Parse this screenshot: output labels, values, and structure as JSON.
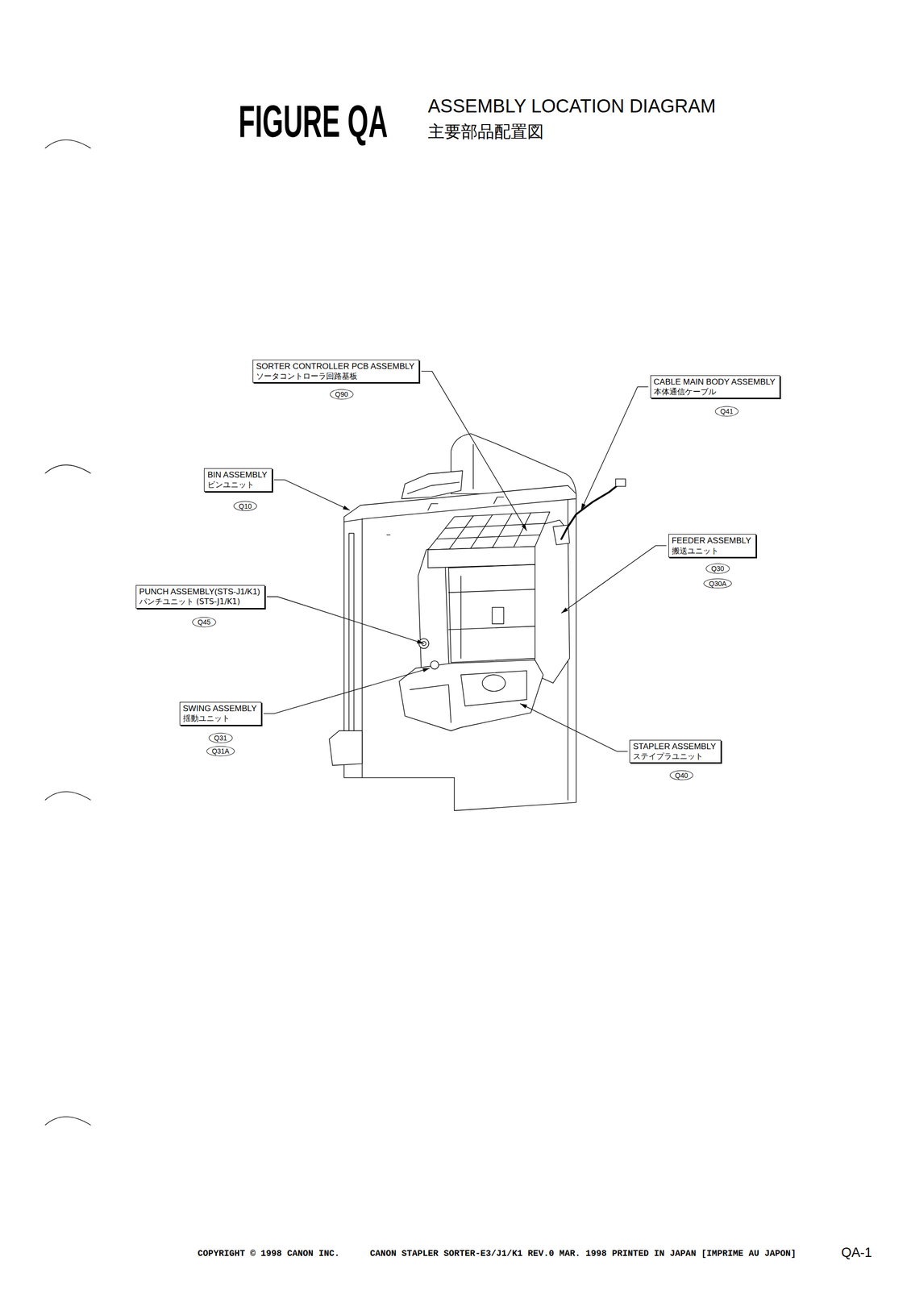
{
  "diagram": {
    "title": "FIGURE QA",
    "nodes": [
      {
        "text": [
          "SORTER CONTROLLER PCB ASSEMBLY",
          "ソータコントローラ回路基板"
        ]
      },
      {
        "text": [
          "Q90"
        ]
      },
      {
        "text": [
          "CABLE MAIN BODY ASSEMBLY",
          "本体通信ケーブル"
        ]
      },
      {
        "text": [
          "Q41"
        ]
      },
      {
        "text": [
          "BIN ASSEMBLY",
          "ビンユニット"
        ]
      },
      {
        "text": [
          "Q10"
        ]
      },
      {
        "text": [
          "FEEDER ASSEMBLY",
          "搬送ユニット"
        ]
      },
      {
        "text": [
          "Q30"
        ]
      },
      {
        "text": [
          "Q30A"
        ]
      },
      {
        "text": [
          "PUNCH ASSEMBLY(STS-J1/K1)",
          "パンチユニット (STS-J1/K1)"
        ]
      },
      {
        "text": [
          "Q45"
        ]
      },
      {
        "text": [
          "SWING ASSEMBLY",
          "揺動ユニット"
        ]
      },
      {
        "text": [
          "Q31"
        ]
      },
      {
        "text": [
          "Q31A"
        ]
      },
      {
        "text": [
          "STAPLER ASSEMBLY",
          "ステイプラユニット"
        ]
      },
      {
        "text": [
          "Q40"
        ]
      }
    ],
    "labels": [
      "ASSEMBLY LOCATION DIAGRAM",
      "主要部品配置図",
      "COPYRIGHT © 1998 CANON INC.",
      "CANON STAPLER SORTER-E3/J1/K1 REV.0 MAR. 1998 PRINTED IN JAPAN [IMPRIME AU JAPON]",
      "QA-1"
    ]
  }
}
